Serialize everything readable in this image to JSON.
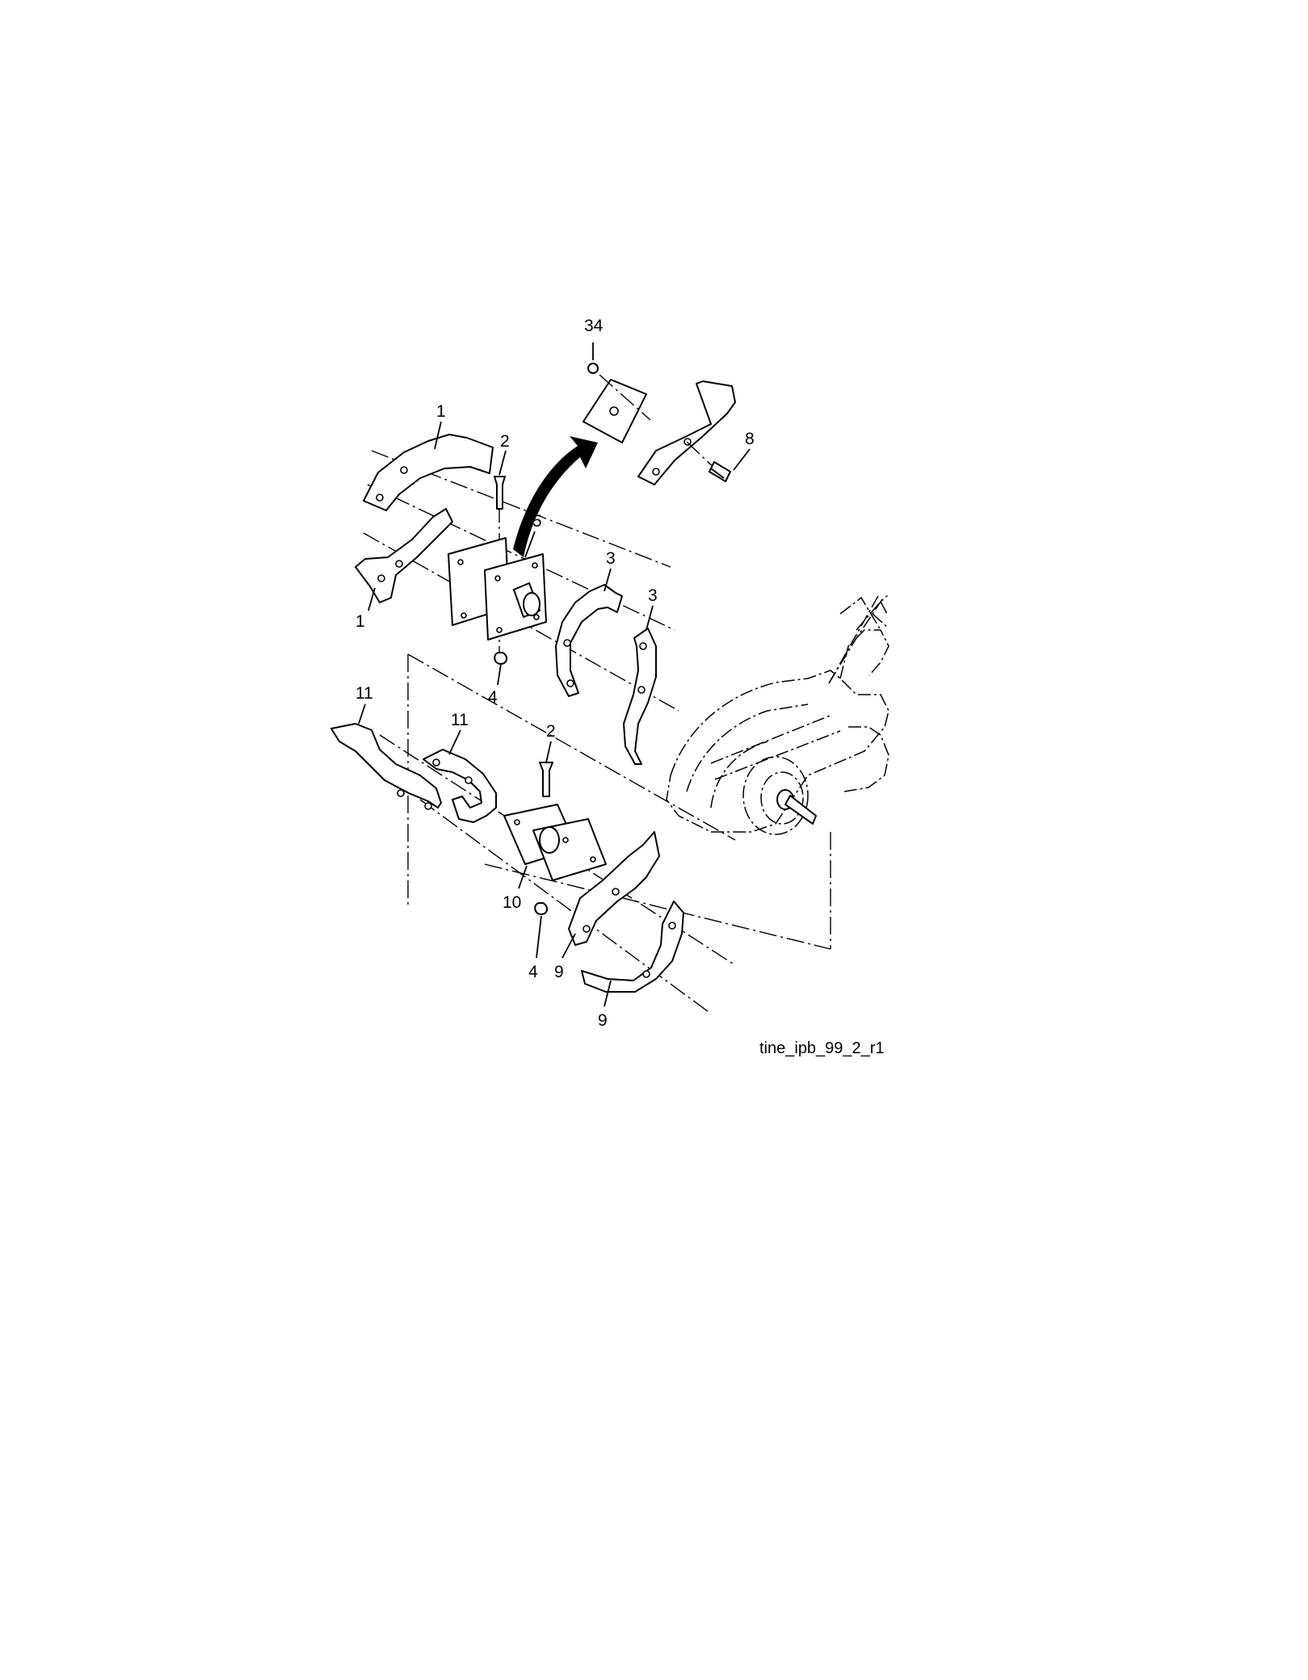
{
  "callouts": {
    "c34": "34",
    "c1a": "1",
    "c2a": "2",
    "c8": "8",
    "c5": "5",
    "c3a": "3",
    "c3b": "3",
    "c1b": "1",
    "c4a": "4",
    "c11a": "11",
    "c11b": "11",
    "c2b": "2",
    "c10": "10",
    "c4b": "4",
    "c9a": "9",
    "c9b": "9"
  },
  "figure_id": "tine_ipb_99_2_r1"
}
